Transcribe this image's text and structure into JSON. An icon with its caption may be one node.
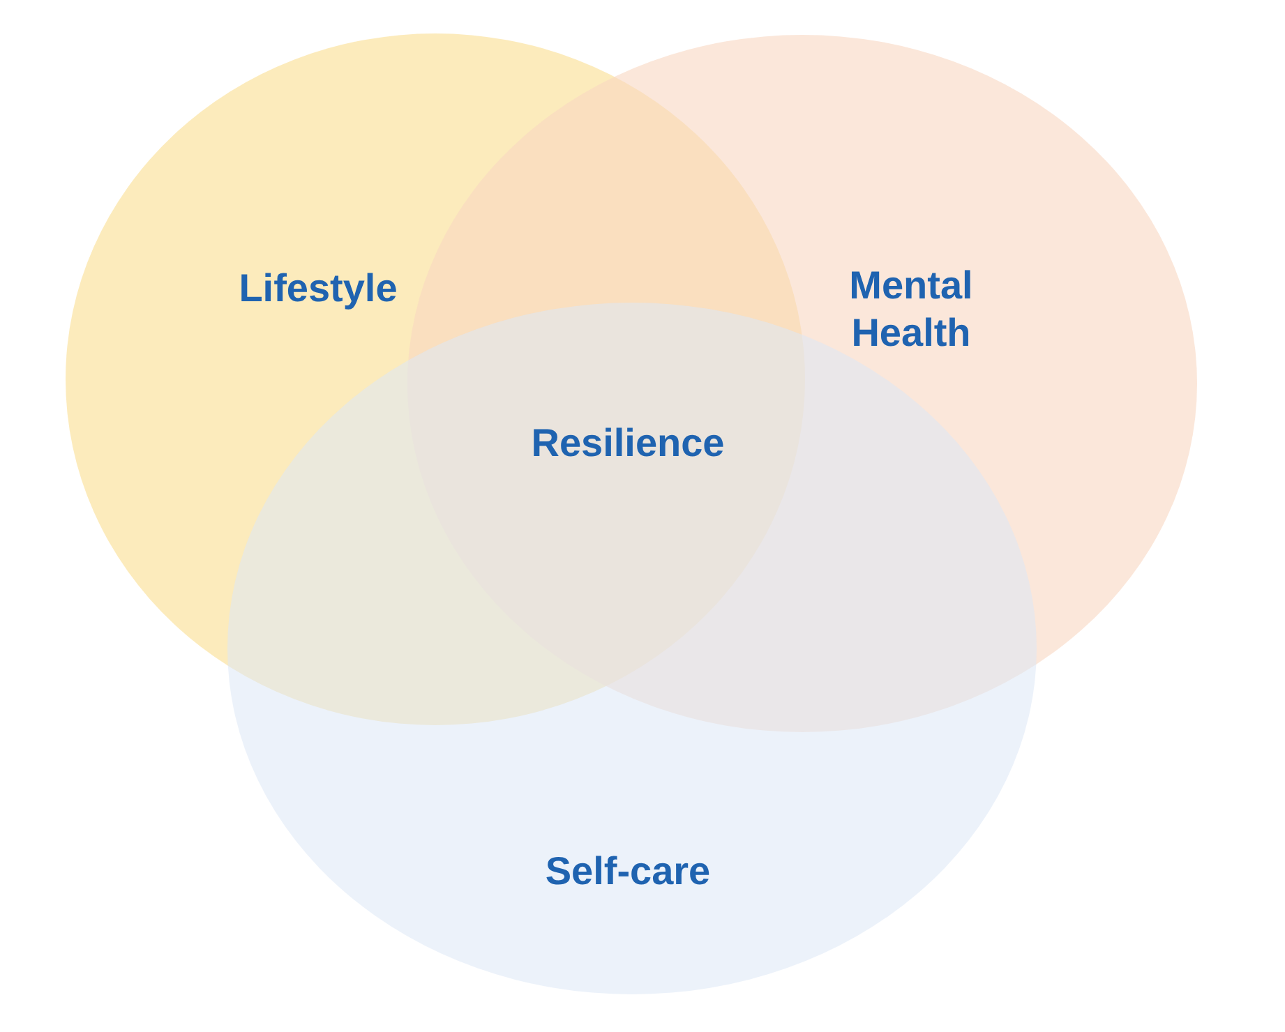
{
  "diagram": {
    "nodes": [
      {
        "text": [
          "Lifestyle"
        ]
      },
      {
        "text": [
          "Mental Health"
        ]
      },
      {
        "text": [
          "Self-care"
        ]
      }
    ],
    "labels": [
      "Resilience"
    ]
  }
}
